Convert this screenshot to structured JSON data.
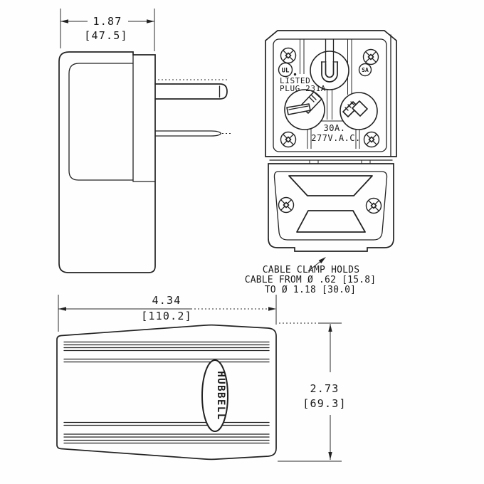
{
  "dim_width": {
    "in": "1.87",
    "mm": "[47.5]"
  },
  "dim_length": {
    "in": "4.34",
    "mm": "[110.2]"
  },
  "dim_height": {
    "in": "2.73",
    "mm": "[69.3]"
  },
  "face": {
    "ul": "UL",
    "listed1": "LISTED",
    "listed2": "PLUG 231A",
    "csa": "SA",
    "amps": "30A.",
    "volts": "277V.A.C."
  },
  "note": {
    "line1": "CABLE CLAMP HOLDS",
    "line2": "CABLE FROM Ø .62 [15.8]",
    "line3": "TO Ø 1.18 [30.0]"
  },
  "brand": {
    "name": "HUBBELL"
  },
  "colors": {
    "ink": "#222222",
    "paper": "#fefefe"
  }
}
